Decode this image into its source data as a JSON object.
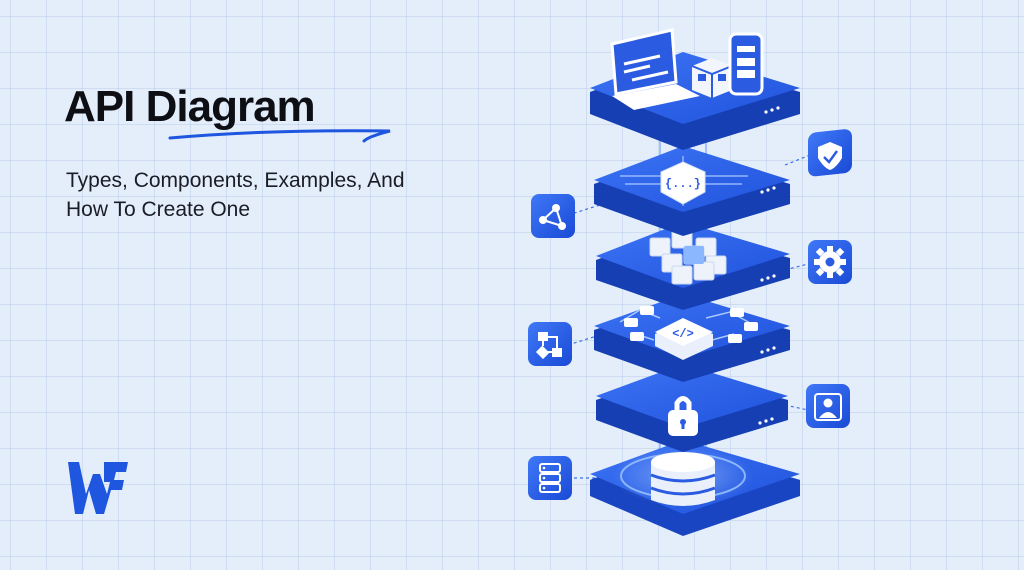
{
  "header": {
    "title_part1": "API",
    "title_part2": "Diagram",
    "subtitle": "Types, Components, Examples, And How To Create One"
  },
  "center_badges": {
    "json": "{...}",
    "code": "</>"
  },
  "colors": {
    "background": "#e4eefb",
    "accent": "#1f56e0",
    "platform_top": "#2a62ee",
    "platform_side": "#163fb3",
    "title": "#0d0f14"
  },
  "icons": [
    "laptop-icon",
    "phone-icon",
    "cube-icon",
    "json-icon",
    "cubes-icon",
    "code-icon",
    "lock-icon",
    "database-icon",
    "share-icon",
    "shield-check-icon",
    "gear-icon",
    "flowchart-icon",
    "user-icon",
    "server-icon",
    "brand-logo"
  ]
}
